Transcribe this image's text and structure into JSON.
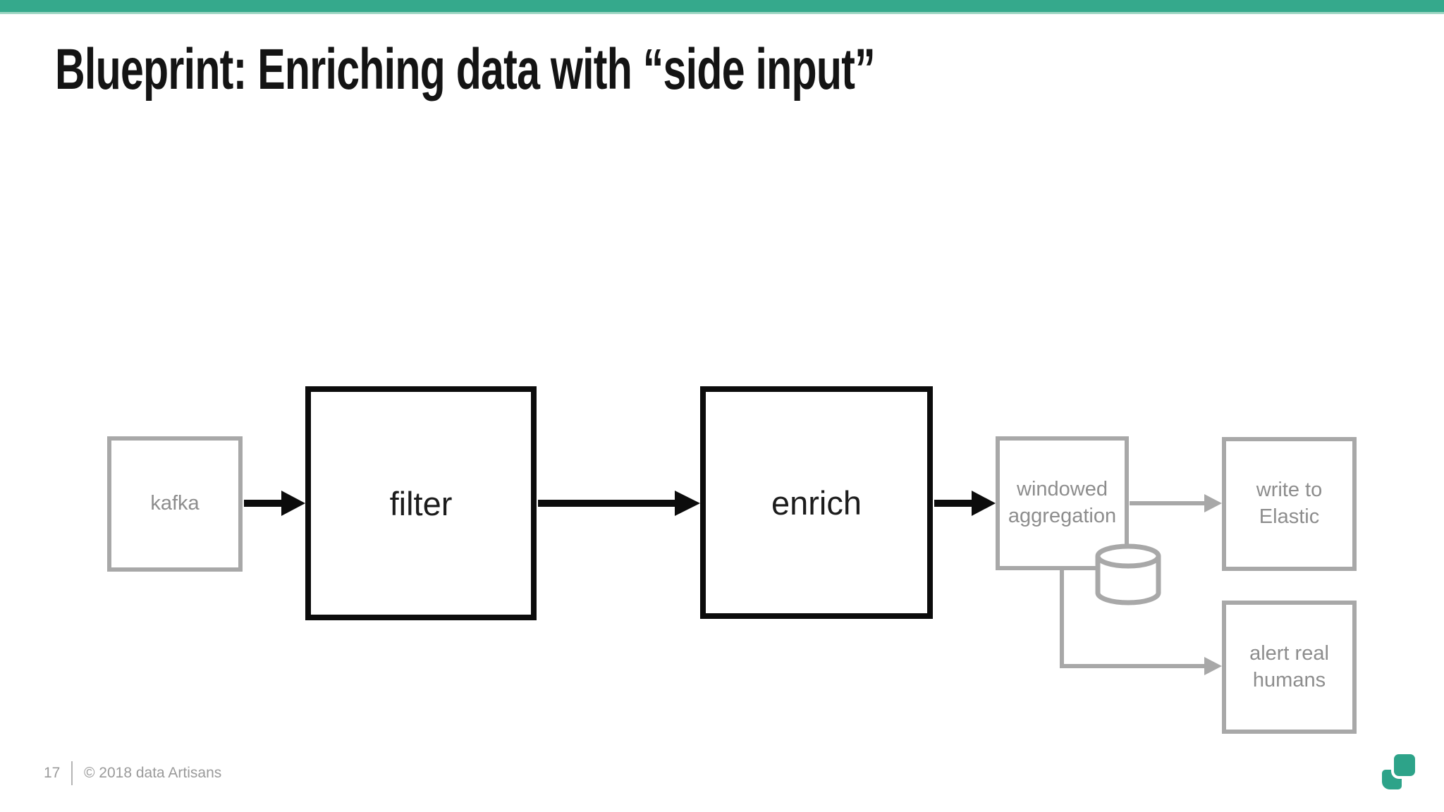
{
  "slide": {
    "title": "Blueprint: Enriching data with “side input”",
    "page_number": "17",
    "copyright": "© 2018 data Artisans",
    "colors": {
      "accent_teal_bar": "#35a98c",
      "logo_teal": "#2da389",
      "active_stroke_black": "#0c0c0c",
      "inactive_stroke_gray": "#a8a8a8",
      "inactive_text_gray": "#8d8d8d",
      "footer_gray": "#9a9a9a"
    }
  },
  "diagram": {
    "nodes": [
      {
        "id": "kafka",
        "label": "kafka",
        "state": "inactive"
      },
      {
        "id": "filter",
        "label": "filter",
        "state": "active"
      },
      {
        "id": "enrich",
        "label": "enrich",
        "state": "active"
      },
      {
        "id": "windowed-aggregation",
        "label": "windowed aggregation",
        "state": "inactive"
      },
      {
        "id": "write-to-elastic",
        "label": "write to Elastic",
        "state": "inactive"
      },
      {
        "id": "alert-real-humans",
        "label": "alert real humans",
        "state": "inactive"
      }
    ],
    "icons": [
      {
        "name": "database-cylinder-icon"
      }
    ]
  }
}
